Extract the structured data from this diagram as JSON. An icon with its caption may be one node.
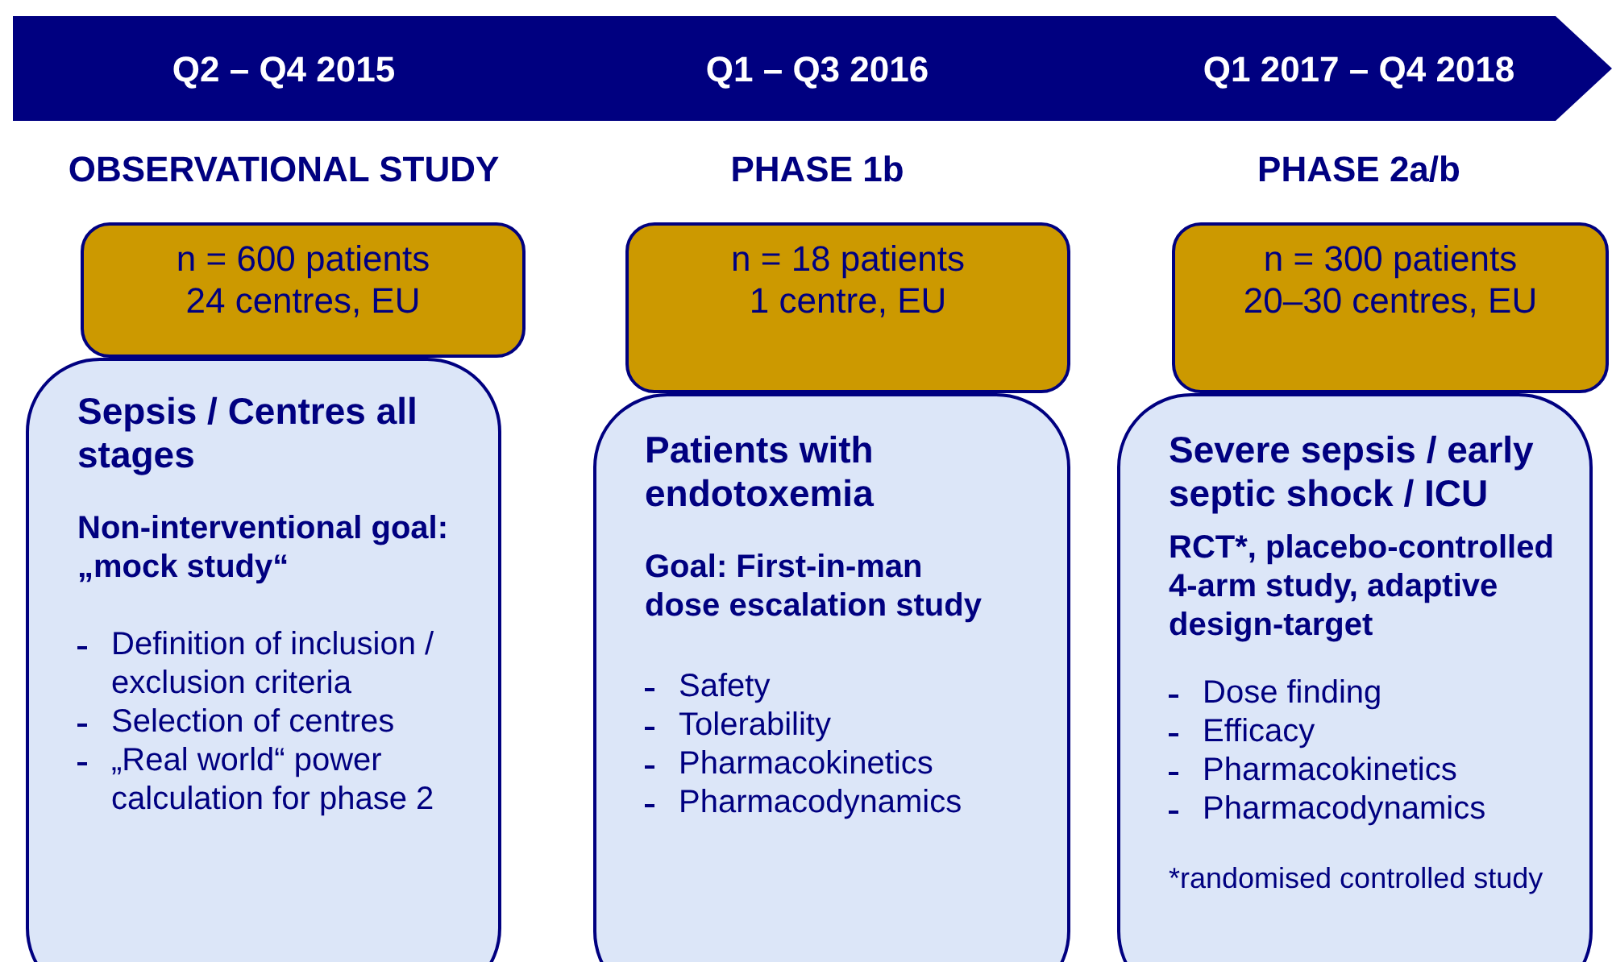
{
  "diagram": {
    "nodes": [
      {
        "text": [
          "Q2 – Q4 2015",
          "Q1 – Q3 2016",
          "Q1 2017 – Q4 2018"
        ]
      },
      {
        "text": [
          "n = 600 patients 24 centres, EU"
        ]
      },
      {
        "text": [
          "Sepsis / Centres all stages",
          "Non-interventional goal: „mock study“",
          "Definition of inclusion / exclusion criteria",
          "Selection of centres",
          "„Real world“ power calculation for phase 2"
        ]
      },
      {
        "text": [
          "n = 18 patients 1 centre, EU"
        ]
      },
      {
        "text": [
          "Patients with endotoxemia",
          "Goal: First-in-man dose escalation study",
          "Safety",
          "Tolerability",
          "Pharmacokinetics",
          "Pharmacodynamics"
        ]
      },
      {
        "text": [
          "n = 300 patients 20–30 centres, EU"
        ]
      },
      {
        "text": [
          "Severe sepsis / early septic shock / ICU",
          "RCT*, placebo-controlled 4-arm study, adaptive design-target",
          "Dose finding",
          "Efficacy",
          "Pharmacokinetics",
          "Pharmacodynamics",
          "*randomised controlled study"
        ]
      }
    ],
    "labels": [
      "OBSERVATIONAL STUDY",
      "PHASE 1b",
      "PHASE 2a/b"
    ]
  }
}
